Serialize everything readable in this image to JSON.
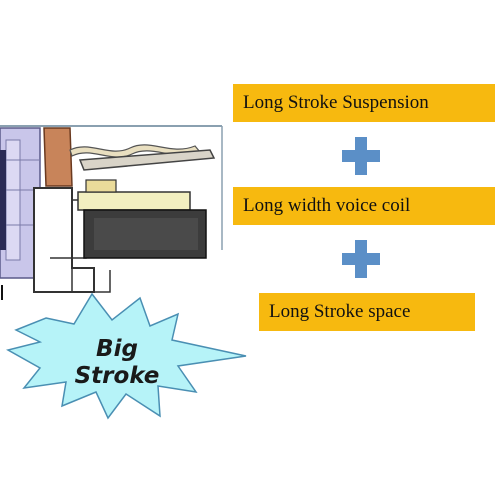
{
  "features": [
    {
      "label": "Long Stroke Suspension"
    },
    {
      "label": "Long width voice coil"
    },
    {
      "label": "Long Stroke space"
    }
  ],
  "burst": {
    "line1": "Big",
    "line2": "Stroke"
  },
  "colors": {
    "box_fill": "#f7b90f",
    "plus_fill": "#5b8fc7",
    "burst_fill": "#b6f3f8",
    "burst_stroke": "#4a8fb3"
  },
  "icons": [
    "plus-icon",
    "speaker-cross-section-diagram",
    "starburst-shape"
  ]
}
